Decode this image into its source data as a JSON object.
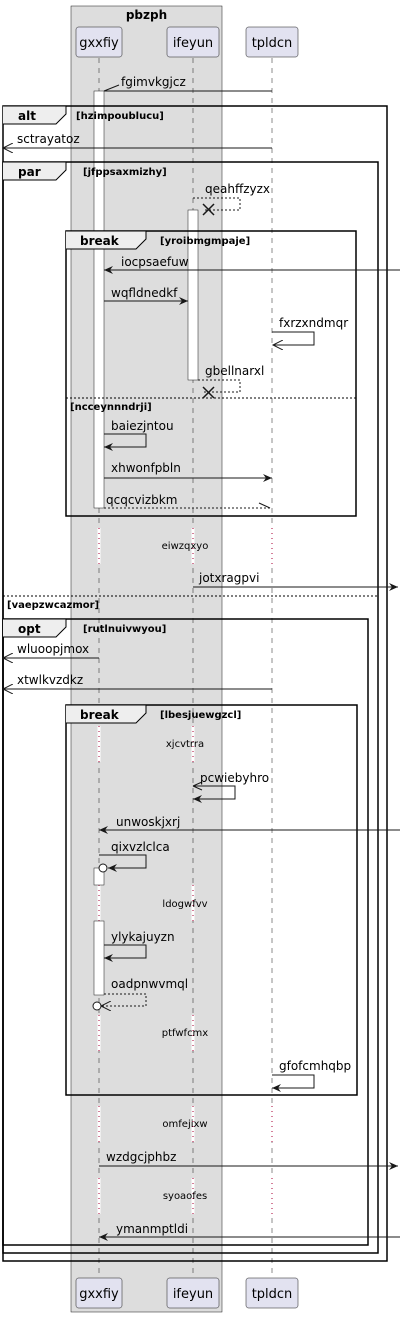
{
  "box": {
    "title": "pbzph"
  },
  "participants": [
    {
      "id": "gxxfiy",
      "label": "gxxfiy"
    },
    {
      "id": "ifeyun",
      "label": "ifeyun"
    },
    {
      "id": "tpldcn",
      "label": "tpldcn"
    }
  ],
  "fragments": {
    "alt": {
      "keyword": "alt",
      "guard": "[hzimpoublucu]"
    },
    "par": {
      "keyword": "par",
      "guard": "[jfppsaxmizhy]",
      "else_guard": "[vaepzwcazmor]"
    },
    "break1": {
      "keyword": "break",
      "guard": "[yroibmgmpaje]",
      "else_guard": "[ncceynnndrji]"
    },
    "opt": {
      "keyword": "opt",
      "guard": "[rutlnuivwyou]"
    },
    "break2": {
      "keyword": "break",
      "guard": "[lbesjuewgzcl]"
    }
  },
  "messages": {
    "m1": "fgimvkgjcz",
    "m2": "sctrayatoz",
    "m3": "qeahffzyzx",
    "m4": "iocpsaefuw",
    "m5": "wqfldnedkf",
    "m6": "fxrzxndmqr",
    "m7": "gbellnarxl",
    "m8": "baiezjntou",
    "m9": "xhwonfpbln",
    "m10": "qcqcvizbkm",
    "m11": "jotxragpvi",
    "m12": "wluoopjmox",
    "m13": "xtwlkvzdkz",
    "m14": "pcwiebyhro",
    "m15": "unwoskjxrj",
    "m16": "qixvzlclca",
    "m17": "ylykajuyzn",
    "m18": "oadpnwvmql",
    "m19": "gfofcmhqbp",
    "m20": "wzdgcjphbz",
    "m21": "ymanmptldi"
  },
  "delays": {
    "d1": "eiwzqxyo",
    "d2": "xjcvtrra",
    "d3": "ldogwfvv",
    "d4": "ptfwfcmx",
    "d5": "omfejixw",
    "d6": "syoaofes"
  }
}
